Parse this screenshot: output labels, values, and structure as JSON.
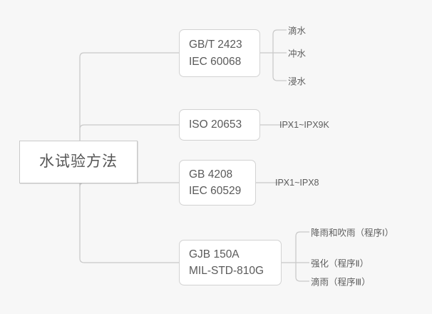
{
  "diagram": {
    "type": "mind-map",
    "title": "水试验方法",
    "root": {
      "label": "水试验方法"
    },
    "branches": [
      {
        "id": "branch-gbt2423",
        "lines": [
          "GB/T 2423",
          "IEC 60068"
        ],
        "leaves": [
          {
            "label": "滴水"
          },
          {
            "label": "冲水"
          },
          {
            "label": "浸水"
          }
        ]
      },
      {
        "id": "branch-iso20653",
        "lines": [
          "ISO 20653"
        ],
        "leaves": [
          {
            "label": "IPX1~IPX9K"
          }
        ]
      },
      {
        "id": "branch-gb4208",
        "lines": [
          "GB 4208",
          "IEC 60529"
        ],
        "leaves": [
          {
            "label": "IPX1~IPX8"
          }
        ]
      },
      {
        "id": "branch-gjb150a",
        "lines": [
          "GJB 150A",
          "MIL-STD-810G"
        ],
        "leaves": [
          {
            "label": "降雨和吹雨（程序Ⅰ）"
          },
          {
            "label": "强化（程序Ⅱ）"
          },
          {
            "label": "滴雨（程序Ⅲ）"
          }
        ]
      }
    ]
  },
  "colors": {
    "background": "#f7f7f7",
    "node_fill": "#ffffff",
    "node_border": "#d2d2d2",
    "connector": "#c8c8c8",
    "text": "#5a5a5a"
  }
}
